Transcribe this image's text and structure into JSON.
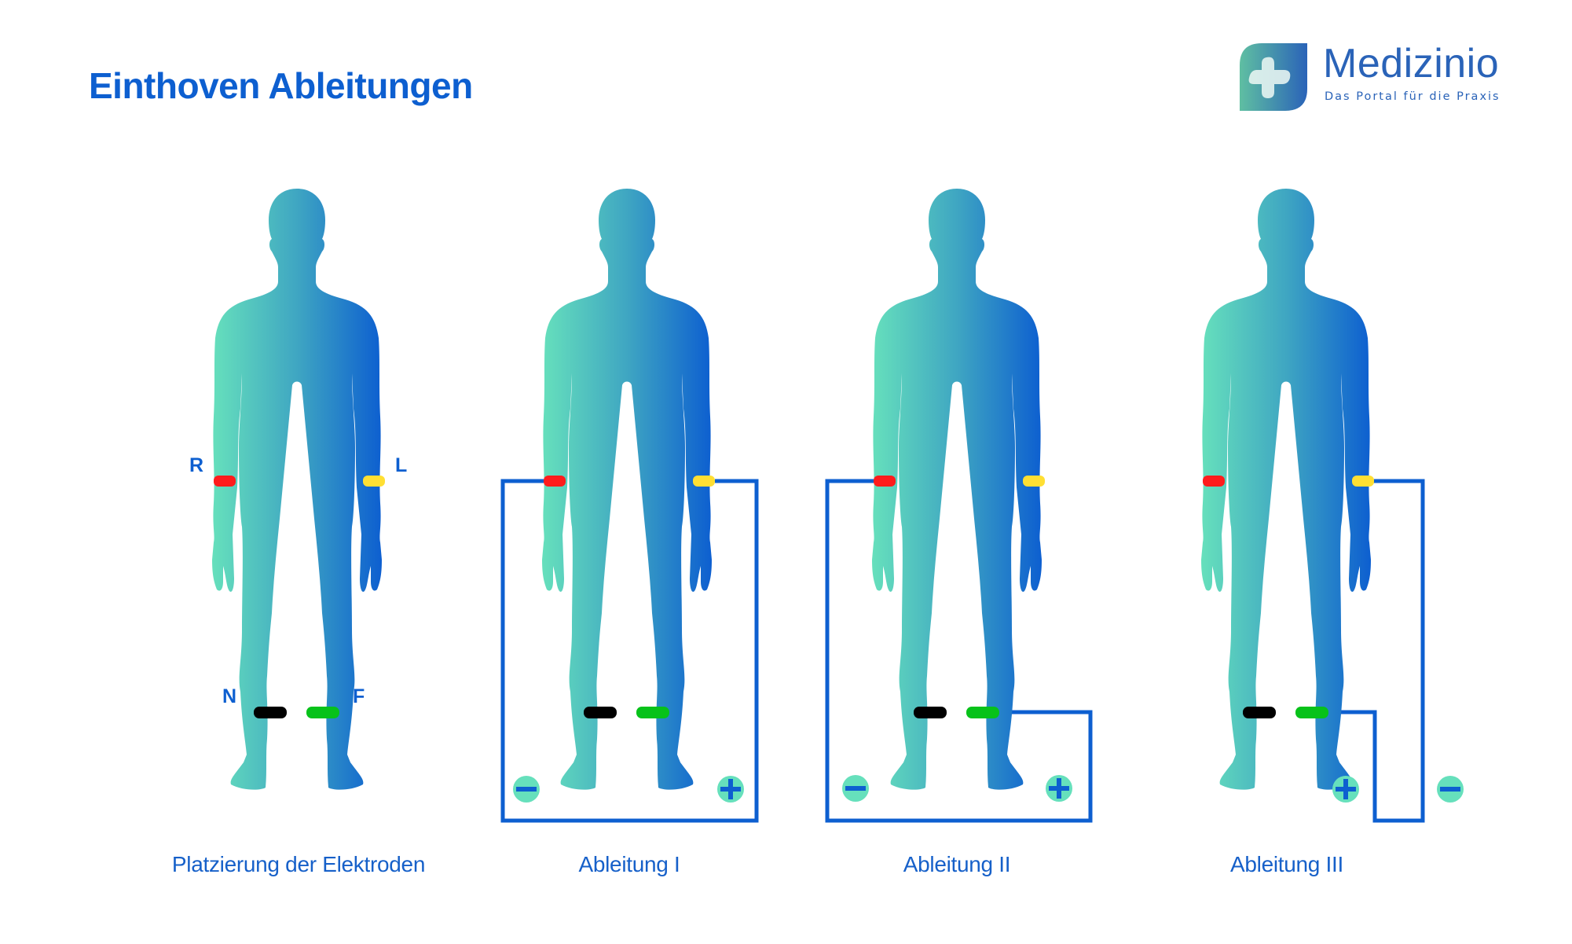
{
  "header": {
    "title": "Einthoven Ableitungen"
  },
  "logo": {
    "name": "Medizinio",
    "tagline": "Das Portal für die Praxis",
    "icon": "medical-cross-icon"
  },
  "colors": {
    "title": "#0d5fd0",
    "caption": "#1660c9",
    "wire": "#0d5fd0",
    "body_gradient_left": "#66e0bc",
    "body_gradient_right": "#0d5fd0",
    "pole_fill": "#66e0bc",
    "pole_symbol": "#0d5fd0",
    "electrode_R": "#ff1c1c",
    "electrode_L": "#ffdf33",
    "electrode_N": "#000000",
    "electrode_F": "#07c21a"
  },
  "electrode_labels": {
    "R": "R",
    "L": "L",
    "N": "N",
    "F": "F"
  },
  "panels": [
    {
      "id": "placement",
      "caption": "Platzierung der Elektroden",
      "wiring": null
    },
    {
      "id": "lead-1",
      "caption": "Ableitung I",
      "wiring": {
        "negative": "R",
        "positive": "L",
        "negative_symbol": "−",
        "positive_symbol": "+"
      }
    },
    {
      "id": "lead-2",
      "caption": "Ableitung II",
      "wiring": {
        "negative": "R",
        "positive": "F",
        "negative_symbol": "−",
        "positive_symbol": "+"
      }
    },
    {
      "id": "lead-3",
      "caption": "Ableitung III",
      "wiring": {
        "negative": "L",
        "positive": "F",
        "negative_symbol": "−",
        "positive_symbol": "+"
      }
    }
  ]
}
